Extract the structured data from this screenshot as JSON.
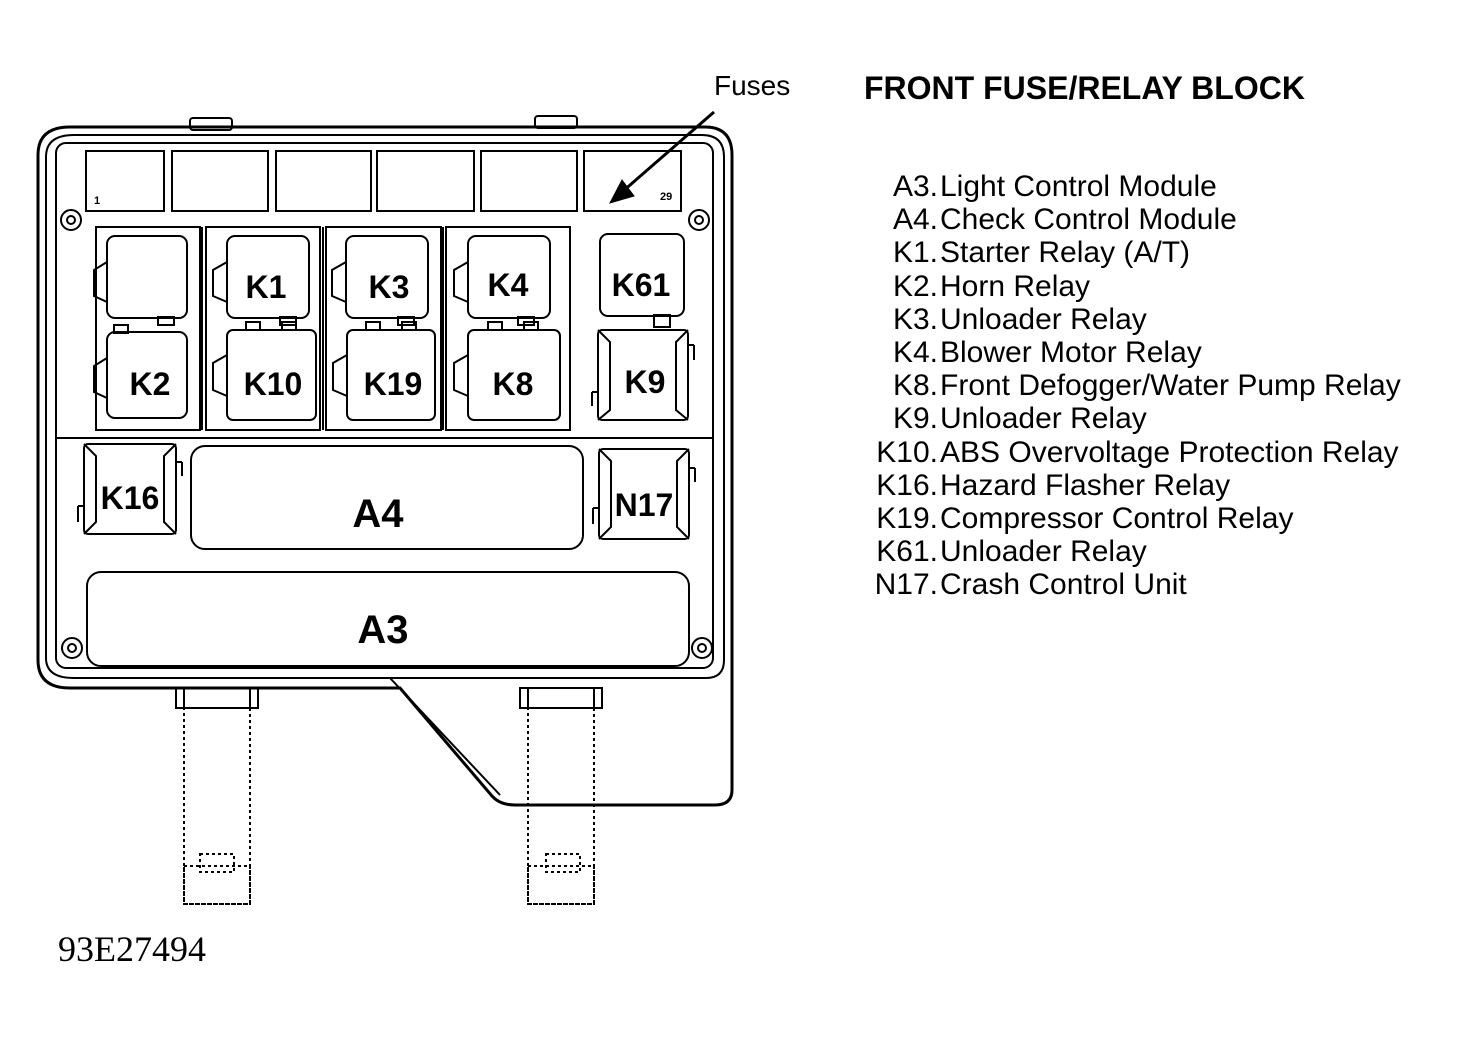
{
  "diagram": {
    "title": "FRONT FUSE/RELAY BLOCK",
    "fuses_label": "Fuses",
    "figure_id": "93E27494",
    "fuse_numbers": {
      "first": "1",
      "last": "29"
    },
    "modules": {
      "K1": "K1",
      "K3": "K3",
      "K4": "K4",
      "K61": "K61",
      "K2": "K2",
      "K10": "K10",
      "K19": "K19",
      "K8": "K8",
      "K9": "K9",
      "K16": "K16",
      "A4": "A4",
      "N17": "N17",
      "A3": "A3"
    },
    "legend": [
      {
        "code": "A3.",
        "desc": "Light Control Module"
      },
      {
        "code": "A4.",
        "desc": "Check Control Module"
      },
      {
        "code": "K1.",
        "desc": "Starter Relay (A/T)"
      },
      {
        "code": "K2.",
        "desc": "Horn Relay"
      },
      {
        "code": "K3.",
        "desc": "Unloader Relay"
      },
      {
        "code": "K4.",
        "desc": "Blower Motor Relay"
      },
      {
        "code": "K8.",
        "desc": "Front Defogger/Water Pump Relay"
      },
      {
        "code": "K9.",
        "desc": "Unloader Relay"
      },
      {
        "code": "K10.",
        "desc": "ABS Overvoltage Protection Relay"
      },
      {
        "code": "K16.",
        "desc": "Hazard Flasher Relay"
      },
      {
        "code": "K19.",
        "desc": "Compressor Control Relay"
      },
      {
        "code": "K61.",
        "desc": "Unloader Relay"
      },
      {
        "code": "N17.",
        "desc": "Crash Control Unit"
      }
    ]
  }
}
